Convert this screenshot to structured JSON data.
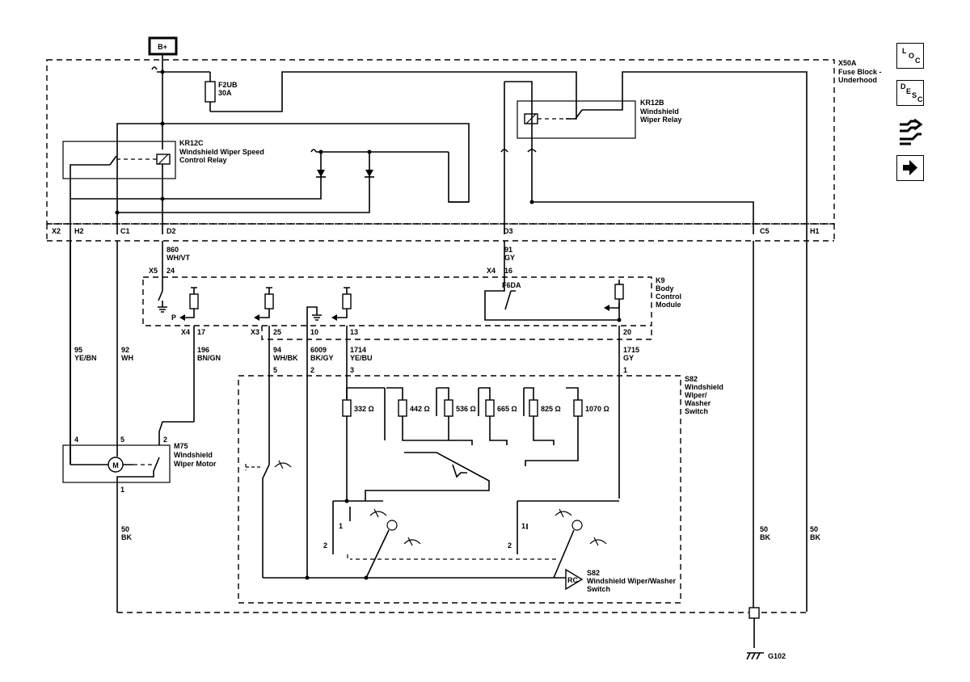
{
  "power": {
    "label": "B+"
  },
  "fuse_block": {
    "id": "X50A",
    "name": "Fuse Block - Underhood"
  },
  "fuse": {
    "id": "F2UB",
    "rating": "30A"
  },
  "relay_b": {
    "id": "KR12B",
    "name": "Windshield Wiper Relay"
  },
  "relay_c": {
    "id": "KR12C",
    "name": "Windshield Wiper Speed Control Relay"
  },
  "fuse_block_pins": {
    "connector": "X2",
    "h2": "H2",
    "c1": "C1",
    "d2": "D2",
    "d3": "D3",
    "c5": "C5",
    "h1": "H1"
  },
  "wire_860": {
    "circuit": "860",
    "color": "WH/VT"
  },
  "wire_91": {
    "circuit": "91",
    "color": "GY"
  },
  "bcm": {
    "id": "K9",
    "name": "Body Control Module",
    "fuse": "F6DA",
    "x5": "X5",
    "x5_pin": "24",
    "x4_top": "X4",
    "x4_top_pin": "16",
    "x4": "X4",
    "x4_pin": "17",
    "p": "P",
    "x3": "X3",
    "pin_25": "25",
    "pin_10": "10",
    "pin_13": "13",
    "pin_20": "20"
  },
  "wire_95": {
    "circuit": "95",
    "color": "YE/BN"
  },
  "wire_92": {
    "circuit": "92",
    "color": "WH"
  },
  "wire_196": {
    "circuit": "196",
    "color": "BN/GN"
  },
  "wire_94": {
    "circuit": "94",
    "color": "WH/BK"
  },
  "wire_6009": {
    "circuit": "6009",
    "color": "BK/GY"
  },
  "wire_1714": {
    "circuit": "1714",
    "color": "YE/BU"
  },
  "wire_1715": {
    "circuit": "1715",
    "color": "GY"
  },
  "wire_50_motor": {
    "circuit": "50",
    "color": "BK"
  },
  "wire_50_c5": {
    "circuit": "50",
    "color": "BK"
  },
  "wire_50_h1": {
    "circuit": "50",
    "color": "BK"
  },
  "motor": {
    "id": "M75",
    "name": "Windshield Wiper Motor",
    "symbol": "M",
    "pin4": "4",
    "pin5": "5",
    "pin2": "2",
    "pin1": "1"
  },
  "switch": {
    "id": "S82",
    "name": "Windshield Wiper/ Washer Switch",
    "name2": "Windshield Wiper/Washer Switch",
    "pin5": "5",
    "pin2": "2",
    "pin3": "3",
    "pin1": "1",
    "rc": "RC",
    "left_1": "1",
    "left_2": "2",
    "right_1": "1",
    "right_2": "2"
  },
  "resistors": [
    "332 Ω",
    "442 Ω",
    "536 Ω",
    "665 Ω",
    "825 Ω",
    "1070 Ω"
  ],
  "ground": {
    "id": "G102"
  },
  "nav": {
    "loc": {
      "l": "L",
      "o": "O",
      "c": "C"
    },
    "desc": {
      "d": "D",
      "e": "E",
      "s": "S",
      "c": "C"
    },
    "icons": [
      "connector-icon",
      "forward-arrow-icon"
    ]
  }
}
